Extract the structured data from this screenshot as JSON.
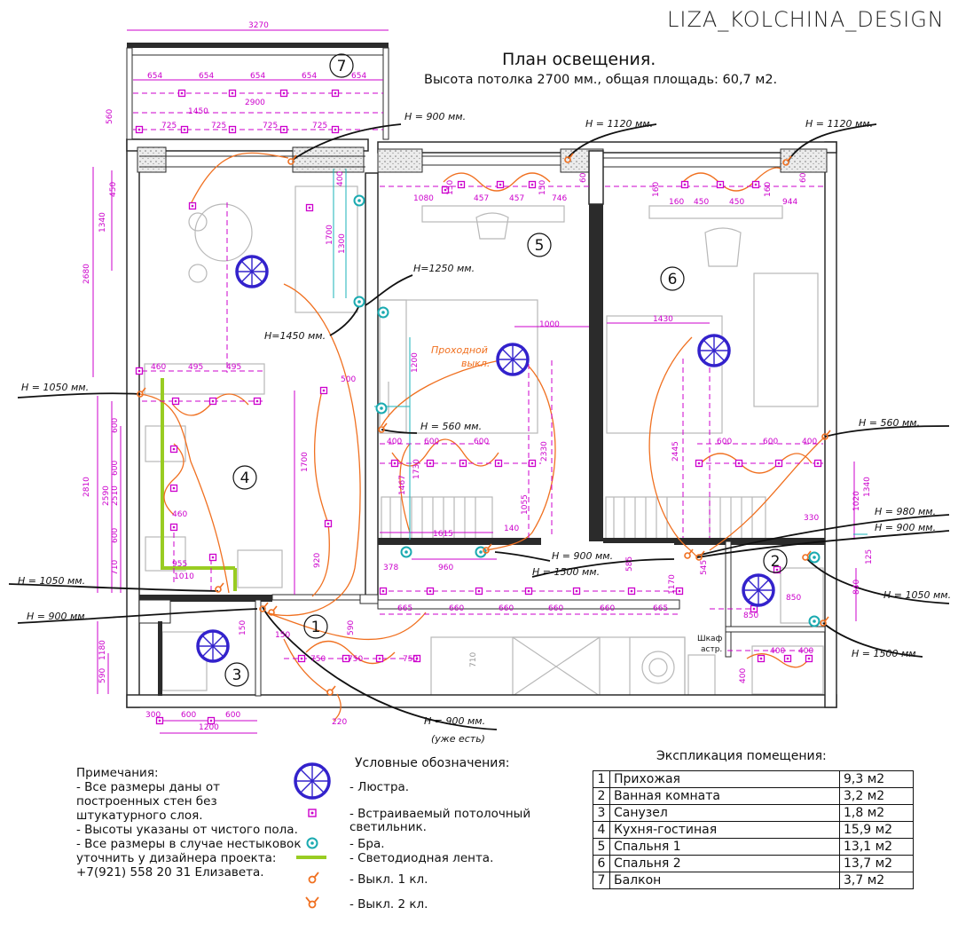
{
  "brand": "LIZA_KOLCHINA_DESIGN",
  "header": {
    "title": "План освещения.",
    "subtitle": "Высота потолка 2700 мм., общая площадь: 60,7 м2."
  },
  "colors": {
    "wall": "#2b2b2b",
    "dimension": "#cc00cc",
    "wiring": "#f07020",
    "chandelier": "#3322cc",
    "sconce": "#1aaab0",
    "led_strip": "#99cc22",
    "furniture": "#b8b8b8",
    "teal_dimension": "#19b3b8"
  },
  "room_numbers": [
    "1",
    "2",
    "3",
    "4",
    "5",
    "6",
    "7"
  ],
  "callouts": {
    "c1": "H = 900 мм.",
    "c2": "H = 1120 мм.",
    "c3": "H = 1120 мм.",
    "c4": "H=1250 мм.",
    "c5": "H=1450 мм.",
    "c6": "H = 1050 мм.",
    "c7": "H = 560 мм.",
    "c8": "H = 560 мм.",
    "c9": "H = 980 мм.",
    "c10": "H = 900 мм.",
    "c11": "H = 900 мм.",
    "c12": "H = 1500 мм.",
    "c13": "H = 1050 мм.",
    "c14": "H = 1050 мм.",
    "c15": "H = 900 мм.",
    "c16": "H = 1500 мм.",
    "c17": "H = 900 мм.",
    "c17b": "(уже есть)"
  },
  "passage_switch": {
    "line1": "Проходной",
    "line2": "выкл."
  },
  "wardrobe": {
    "line1": "Шкаф",
    "line2": "астр."
  },
  "dimensions": {
    "d3270": "3270",
    "d654": "654",
    "d2900": "2900",
    "d1450": "1450",
    "d725": "725",
    "d560": "560",
    "d450": "450",
    "d1340": "1340",
    "d2680": "2680",
    "d460": "460",
    "d495": "495",
    "d400": "400",
    "d1700": "1700",
    "d1300": "1300",
    "d1080": "1080",
    "d457": "457",
    "d150": "150",
    "d746": "746",
    "d160": "160",
    "d944": "944",
    "d500": "500",
    "d1200": "1200",
    "d1730": "1730",
    "d600": "600",
    "d1000": "1000",
    "d1430": "1430",
    "d2330": "2330",
    "d2445": "2445",
    "d1467": "1467",
    "d1055": "1055",
    "d1615": "1615",
    "d140": "140",
    "d378": "378",
    "d960": "960",
    "d585": "585",
    "d2810": "2810",
    "d2590": "2590",
    "d2510": "2510",
    "d710": "710",
    "d955": "955",
    "d1010": "1010",
    "d920": "920",
    "d665": "665",
    "d660": "660",
    "d1170": "1170",
    "d545": "545",
    "d330": "330",
    "d1020": "1020",
    "d840": "840",
    "d125": "125",
    "d850": "850",
    "d750": "750",
    "d590": "590",
    "d1180": "1180",
    "d300": "300",
    "d220": "220",
    "d60": "60"
  },
  "notes": {
    "title": "Примечания:",
    "items": [
      "- Все размеры даны от построенных стен без штукатурного слоя.",
      "- Высоты указаны от чистого пола.",
      "- Все размеры в случае нестыковок уточнить у дизайнера проекта:",
      "+7(921) 558 20 31 Елизавета."
    ]
  },
  "legend": {
    "title": "Условные обозначения:",
    "items": [
      {
        "icon": "chandelier-icon",
        "label": "- Люстра."
      },
      {
        "icon": "recessed-light-icon",
        "label": "- Встраиваемый потолочный светильник."
      },
      {
        "icon": "sconce-icon",
        "label": "- Бра."
      },
      {
        "icon": "led-strip-icon",
        "label": "- Светодиодная лента."
      },
      {
        "icon": "switch-1-icon",
        "label": "- Выкл. 1 кл."
      },
      {
        "icon": "switch-2-icon",
        "label": "- Выкл. 2 кл."
      }
    ]
  },
  "explication": {
    "title": "Экспликация помещения:",
    "rows": [
      {
        "n": "1",
        "name": "Прихожая",
        "area": "9,3 м2"
      },
      {
        "n": "2",
        "name": "Ванная комната",
        "area": "3,2 м2"
      },
      {
        "n": "3",
        "name": "Санузел",
        "area": "1,8 м2"
      },
      {
        "n": "4",
        "name": "Кухня-гостиная",
        "area": "15,9 м2"
      },
      {
        "n": "5",
        "name": "Спальня 1",
        "area": "13,1 м2"
      },
      {
        "n": "6",
        "name": "Спальня 2",
        "area": "13,7 м2"
      },
      {
        "n": "7",
        "name": "Балкон",
        "area": "3,7 м2"
      }
    ]
  }
}
